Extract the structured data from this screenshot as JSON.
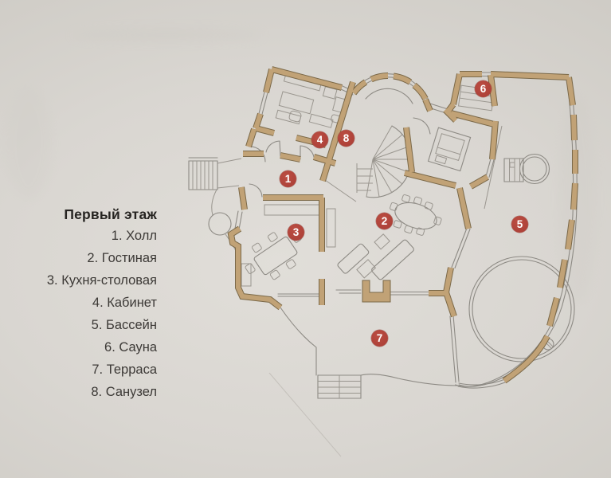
{
  "document": {
    "kind": "scanned book page with architectural floor plan",
    "language": "Russian"
  },
  "colors": {
    "paper": "#d9d6d1",
    "wall": "#c1a276",
    "wall_outline": "#7b6949",
    "line": "#8d8a84",
    "marker": "#ae4239",
    "marker_text": "#ffffff",
    "text_title": "#262421",
    "text_item": "#3c3936"
  },
  "legend": {
    "title": "Первый этаж",
    "items": [
      "1. Холл",
      "2. Гостиная",
      "3. Кухня-столовая",
      "4. Кабинет",
      "5. Бассейн",
      "6. Сауна",
      "7. Терраса",
      "8. Санузел"
    ]
  },
  "plan": {
    "markers": [
      {
        "number": "1",
        "room": "Холл"
      },
      {
        "number": "2",
        "room": "Гостиная"
      },
      {
        "number": "3",
        "room": "Кухня-столовая"
      },
      {
        "number": "4",
        "room": "Кабинет"
      },
      {
        "number": "5",
        "room": "Бассейн"
      },
      {
        "number": "6",
        "room": "Сауна"
      },
      {
        "number": "7",
        "room": "Терраса"
      },
      {
        "number": "8",
        "room": "Санузел"
      }
    ]
  }
}
